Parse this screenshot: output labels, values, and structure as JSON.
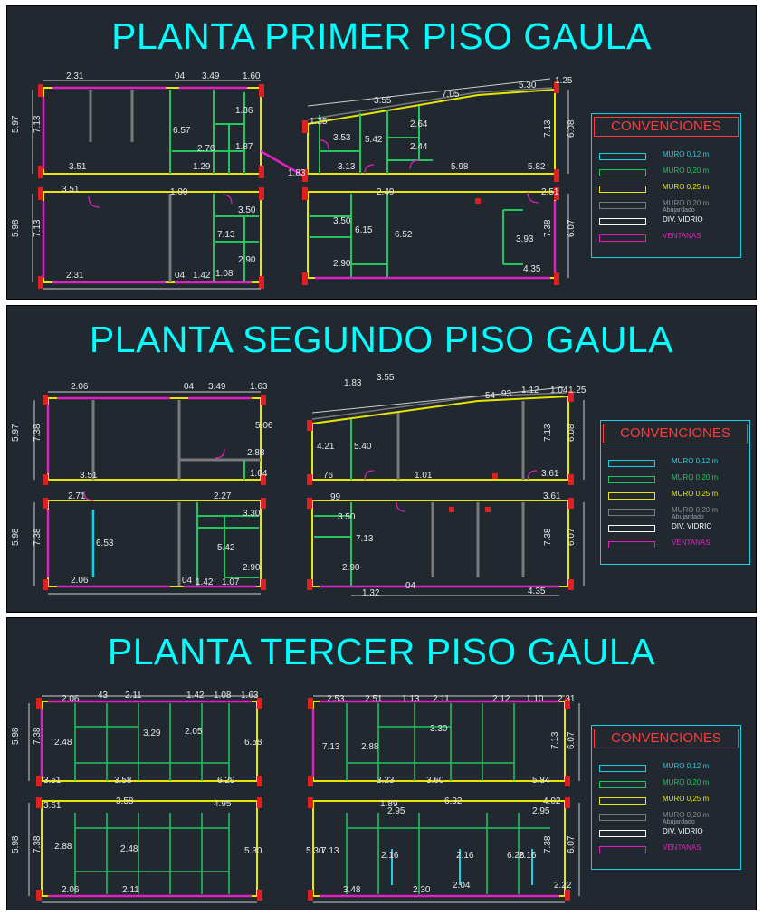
{
  "panels": [
    {
      "title": "PLANTA PRIMER PISO GAULA",
      "dims": [
        "2.31",
        "04",
        "3.49",
        "1.60",
        "5.97",
        "7.13",
        "6.57",
        "3.51",
        "2.76",
        "1.36",
        "1.87",
        "1.29",
        "1.83",
        "3.55",
        "7.05",
        "5.30",
        "1.25",
        "1.25",
        "3.53",
        "5.42",
        "2.64",
        "2.44",
        "7.13",
        "6.08",
        "3.13",
        "5.98",
        "5.82",
        "3.51",
        "1.00",
        "3.50",
        "2.49",
        "2.51",
        "5.98",
        "7.13",
        "7.13",
        "3.50",
        "6.15",
        "6.52",
        "3.93",
        "7.38",
        "6.07",
        "2.90",
        "2.90",
        "4.35",
        "2.31",
        "04",
        "1.42",
        "1.08"
      ]
    },
    {
      "title": "PLANTA SEGUNDO PISO GAULA",
      "dims": [
        "2.06",
        "04",
        "3.49",
        "1.63",
        "1.83",
        "3.55",
        "54",
        "93",
        "1.12",
        "1.04",
        "1.25",
        "5.97",
        "7.38",
        "5.06",
        "4.21",
        "5.40",
        "7.13",
        "6.08",
        "2.88",
        "3.51",
        "1.04",
        "76",
        "1.01",
        "3.61",
        "2.71",
        "2.27",
        "99",
        "3.61",
        "3.30",
        "3.50",
        "5.98",
        "7.38",
        "6.53",
        "5.42",
        "7.13",
        "7.38",
        "6.07",
        "2.90",
        "2.90",
        "2.06",
        "04",
        "1.42",
        "1.07",
        "1.32",
        "04",
        "4.35"
      ]
    },
    {
      "title": "PLANTA TERCER PISO GAULA",
      "dims": [
        "2.06",
        "43",
        "2.11",
        "1.42",
        "1.08",
        "1.63",
        "2.53",
        "2.51",
        "1.13",
        "2.11",
        "2.12",
        "1.10",
        "2.31",
        "5.98",
        "7.38",
        "2.48",
        "3.29",
        "2.05",
        "6.58",
        "7.13",
        "2.88",
        "3.30",
        "7.13",
        "6.07",
        "3.51",
        "3.58",
        "6.29",
        "3.23",
        "3.60",
        "5.84",
        "3.51",
        "3.58",
        "4.95",
        "1.89",
        "6.92",
        "4.02",
        "5.98",
        "7.38",
        "2.88",
        "2.48",
        "5.30",
        "5.30",
        "7.13",
        "2.95",
        "2.95",
        "6.28",
        "7.38",
        "6.07",
        "2.16",
        "2.16",
        "2.16",
        "2.06",
        "2.11",
        "3.48",
        "2.30",
        "2.04",
        "2.22"
      ]
    }
  ],
  "legend": {
    "title": "CONVENCIONES",
    "items": [
      {
        "label": "MURO 0,12 m",
        "sub": "",
        "color": "#19d1e6",
        "text_color": "#19d1e6"
      },
      {
        "label": "MURO 0,20 m",
        "sub": "",
        "color": "#22c55e",
        "text_color": "#22c55e"
      },
      {
        "label": "MURO 0,25 m",
        "sub": "",
        "color": "#e6e600",
        "text_color": "#e6e600"
      },
      {
        "label": "MURO 0,20 m",
        "sub": "Abujardado",
        "color": "#7a7a7a",
        "text_color": "#8a8a8a"
      },
      {
        "label": "DIV. VIDRIO",
        "sub": "",
        "color": "#ffffff",
        "text_color": "#ffffff"
      },
      {
        "label": "VENTANAS",
        "sub": "",
        "color": "#e020c0",
        "text_color": "#e020c0"
      }
    ]
  },
  "colors": {
    "background": "#212830",
    "title": "#00ffff",
    "wall_012": "#19d1e6",
    "wall_020": "#22c55e",
    "wall_025": "#e6e600",
    "wall_gray": "#7a7a7a",
    "window": "#e020c0",
    "column": "#e0201e",
    "dim_line": "#cfcfcf"
  }
}
